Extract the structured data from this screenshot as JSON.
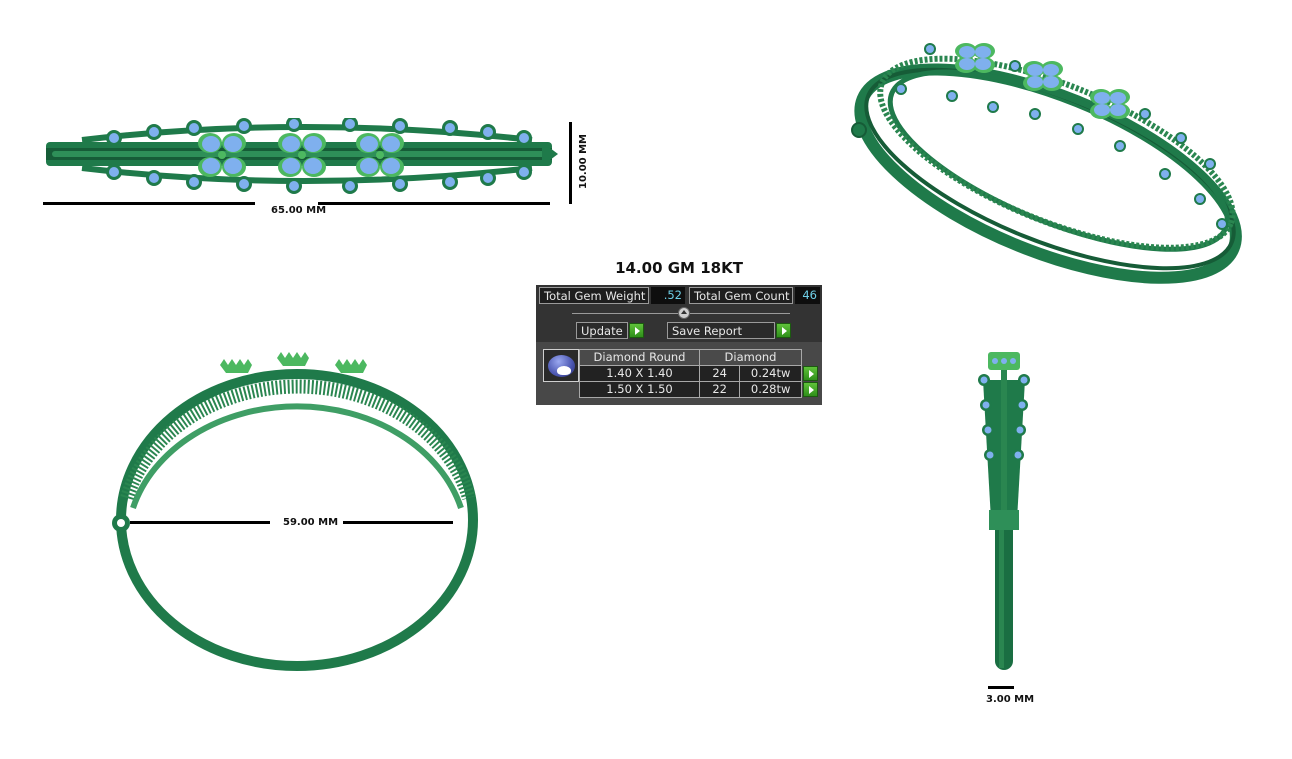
{
  "colors": {
    "metal": "#1f7a4a",
    "metal_dark": "#165c37",
    "metal_light": "#4cb860",
    "gem": "#7fb0ee",
    "panel_bg": "#3a3a3a",
    "value_text": "#6fd0e8",
    "go_button": "#4caf2a"
  },
  "views": {
    "top_view": {
      "width_label": "65.00 MM",
      "height_label": "10.00 MM"
    },
    "front_view": {
      "diameter_label": "59.00 MM"
    },
    "side_view": {
      "thickness_label": "3.00 MM"
    },
    "perspective_view": {}
  },
  "summary": {
    "metal_weight_title": "14.00 GM 18KT"
  },
  "gem_panel": {
    "total_gem_weight_label": "Total Gem Weight",
    "total_gem_weight_value": ".52",
    "total_gem_count_label": "Total Gem Count",
    "total_gem_count_value": "46",
    "update_label": "Update",
    "save_report_label": "Save Report",
    "gem_icon": "round-diamond-icon",
    "table": {
      "headers": [
        "Diamond Round",
        "Diamond"
      ],
      "rows": [
        {
          "size": "1.40 X 1.40",
          "count": "24",
          "weight": "0.24tw"
        },
        {
          "size": "1.50 X 1.50",
          "count": "22",
          "weight": "0.28tw"
        }
      ]
    }
  }
}
